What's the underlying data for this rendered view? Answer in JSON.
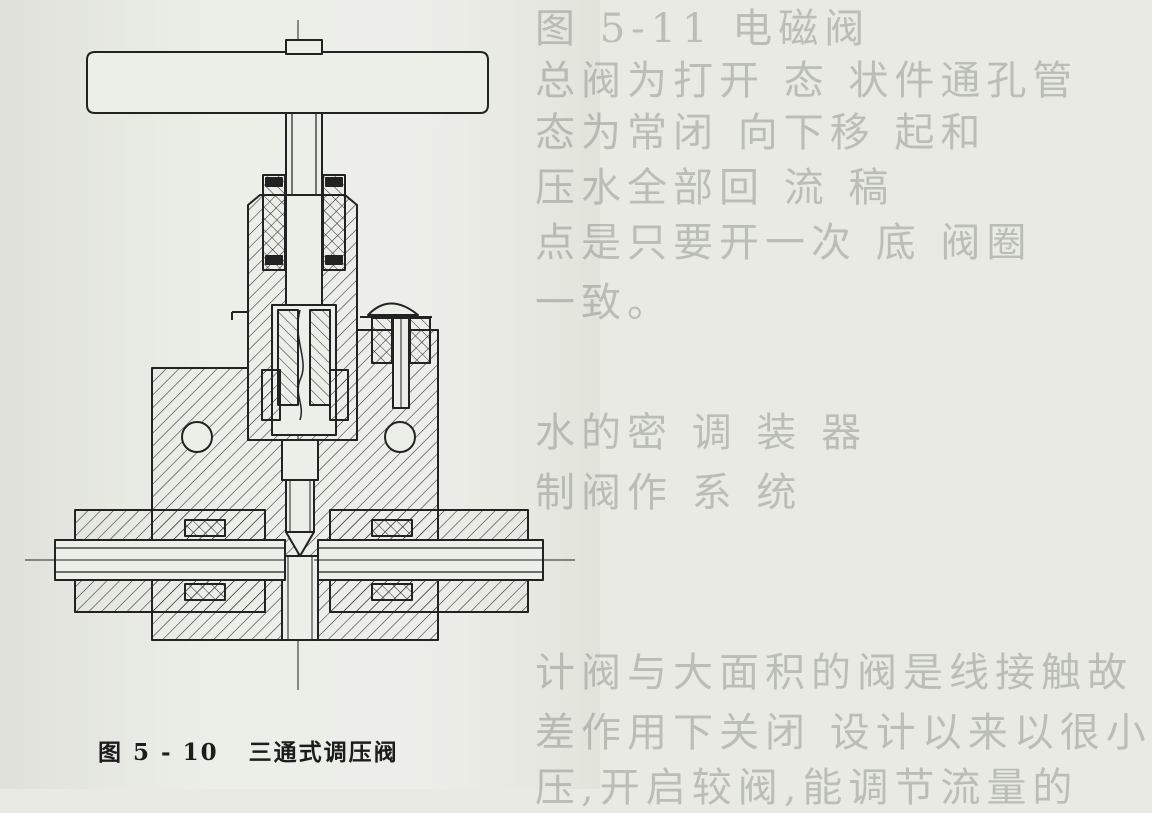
{
  "figure": {
    "caption_label": "图 5 - 10",
    "caption_title": "三通式调压阀"
  },
  "background_text": [
    "图 5-11 电磁阀",
    "总阀为打开 态 状件通孔管",
    "态为常闭 向下移 起和",
    "压水全部回 流 稿",
    "点是只要开一次 底 阀圈",
    "一致。",
    "水的密 调 装 器",
    "制阀作 系 统",
    "计阀与大面积的阀是线接触故",
    "差作用下关闭 设计以来以很小",
    "压,开启较阀,能调节流量的"
  ],
  "colors": {
    "ink": "#222222",
    "paper": "#eceee8"
  }
}
